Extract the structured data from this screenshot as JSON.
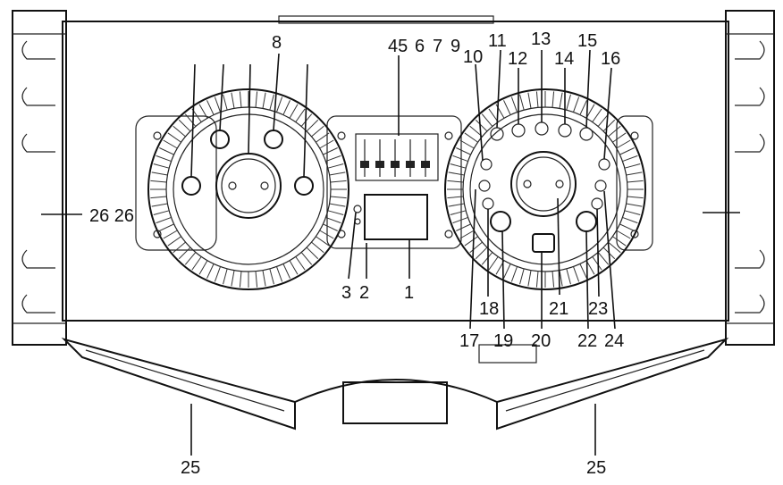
{
  "callouts": [
    {
      "id": "c1",
      "text": "1"
    },
    {
      "id": "c2",
      "text": "2"
    },
    {
      "id": "c3",
      "text": "3"
    },
    {
      "id": "c45",
      "text": "45"
    },
    {
      "id": "c6",
      "text": "6"
    },
    {
      "id": "c7",
      "text": "7"
    },
    {
      "id": "c8",
      "text": "8"
    },
    {
      "id": "c9",
      "text": "9"
    },
    {
      "id": "c10",
      "text": "10"
    },
    {
      "id": "c11",
      "text": "11"
    },
    {
      "id": "c12",
      "text": "12"
    },
    {
      "id": "c13",
      "text": "13"
    },
    {
      "id": "c14",
      "text": "14"
    },
    {
      "id": "c15",
      "text": "15"
    },
    {
      "id": "c16",
      "text": "16"
    },
    {
      "id": "c17",
      "text": "17"
    },
    {
      "id": "c18",
      "text": "18"
    },
    {
      "id": "c19",
      "text": "19"
    },
    {
      "id": "c20",
      "text": "20"
    },
    {
      "id": "c21",
      "text": "21"
    },
    {
      "id": "c22",
      "text": "22"
    },
    {
      "id": "c23",
      "text": "23"
    },
    {
      "id": "c24",
      "text": "24"
    },
    {
      "id": "c25a",
      "text": "25"
    },
    {
      "id": "c25b",
      "text": "25"
    },
    {
      "id": "c26",
      "text": "26 26"
    }
  ]
}
